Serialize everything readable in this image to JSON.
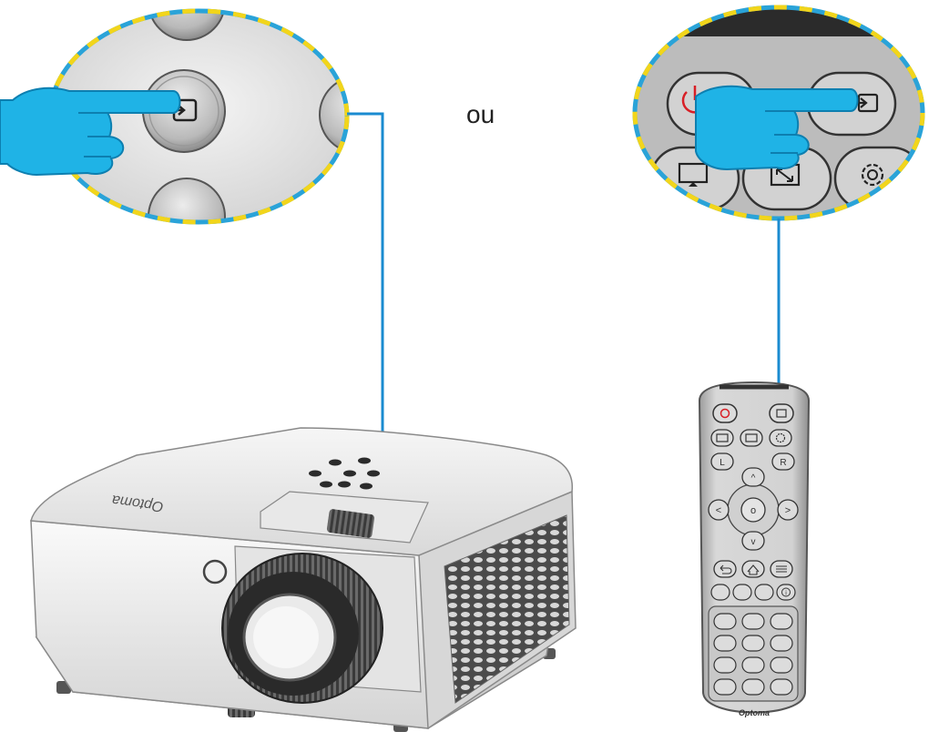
{
  "separator_text": "ou",
  "projector_brand": "Optoma",
  "remote_brand": "Optoma",
  "remote_buttons": {
    "shoulder_left": "L",
    "shoulder_right": "R",
    "nav_up": "^",
    "nav_down": "v",
    "nav_left": "<",
    "nav_right": ">",
    "nav_ok": "o",
    "info": "i"
  },
  "colors": {
    "callout_border_blue": "#2aa3d8",
    "callout_border_yellow": "#f2d51b",
    "hand": "#1fb3e6",
    "leader_line": "#1a8bd0",
    "power_red": "#d81f26"
  },
  "icons": [
    "hand-pointer-icon",
    "source-input-icon",
    "power-icon",
    "display-icon",
    "aspect-ratio-icon",
    "settings-gear-icon",
    "home-icon",
    "back-icon",
    "menu-icon",
    "info-icon"
  ]
}
